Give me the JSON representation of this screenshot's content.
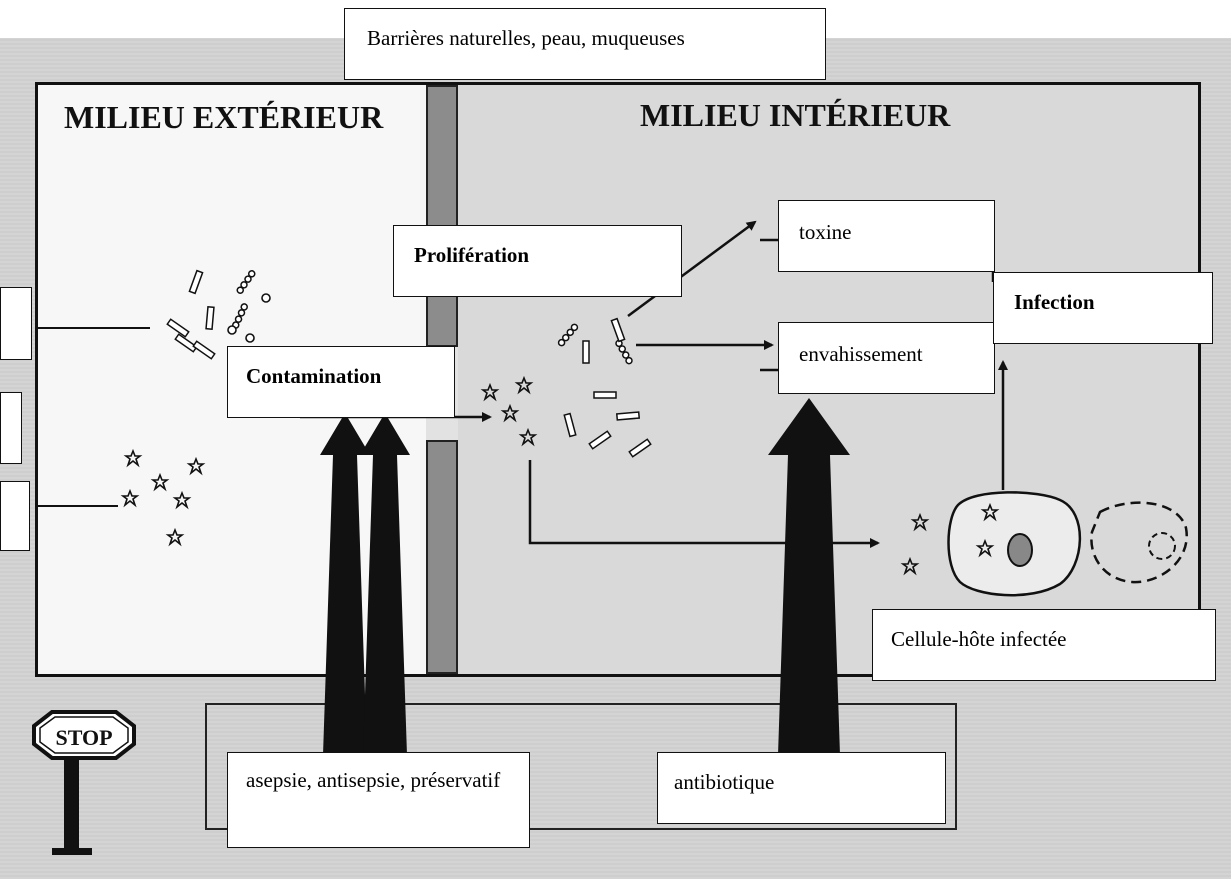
{
  "diagram": {
    "zones": {
      "exterior_title": "MILIEU EXTÉRIEUR",
      "interior_title": "MILIEU INTÉRIEUR"
    },
    "labels": {
      "barriers": "Barrières naturelles, peau, muqueuses",
      "proliferation": "Prolifération",
      "contamination": "Contamination",
      "toxin": "toxine",
      "invasion": "envahissement",
      "infection": "Infection",
      "infected_cell": "Cellule-hôte infectée",
      "asepsis": "asepsie, antisepsie, préservatif",
      "antibiotic": "antibiotique"
    },
    "stop_sign": "STOP",
    "colors": {
      "line": "#111111",
      "barrier_fill": "#8c8c8c",
      "exterior_bg": "#f7f7f7",
      "interior_bg": "#d9d9d9"
    }
  }
}
